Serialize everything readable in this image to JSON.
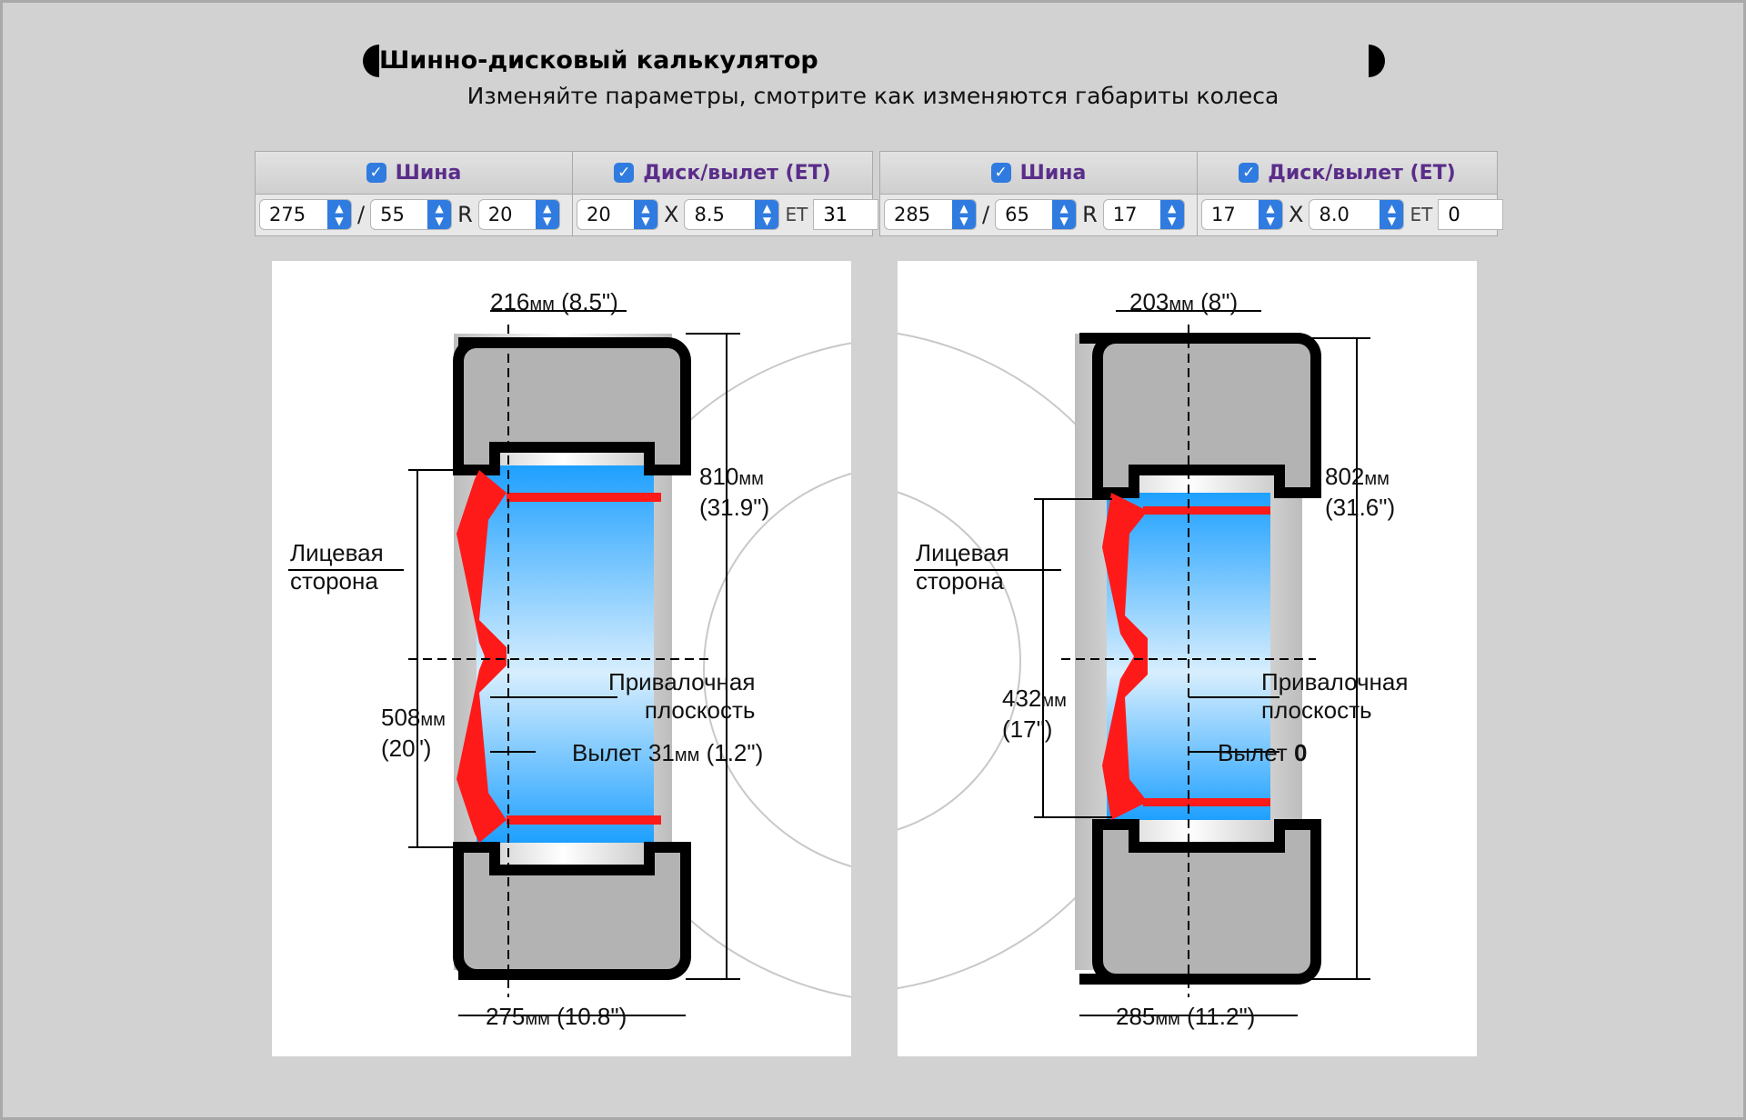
{
  "header": {
    "title": "Шинно-дисковый калькулятор",
    "subtitle": "Изменяйте параметры, смотрите как изменяются габариты колеса"
  },
  "colors": {
    "accent": "#2f7be0",
    "header_label": "#5a2d8a",
    "rim": "#ff1a1a",
    "tire": "#b3b3b3"
  },
  "left": {
    "tire_label": "Шина",
    "rim_label": "Диск/вылет (ET)",
    "width": "275",
    "profile": "55",
    "r_label": "R",
    "diameter": "20",
    "rim_diameter": "20",
    "x_label": "X",
    "rim_width": "8.5",
    "et_label": "ET",
    "et": "31",
    "slash": "/",
    "dim_top_num": "216",
    "dim_top_unit": "мм",
    "dim_top_in": " (8.5\")",
    "dim_height_num": "810",
    "dim_height_unit": "мм",
    "dim_height_in": "(31.9\")",
    "face_label_1": "Лицевая",
    "face_label_2": "сторона",
    "rim_dia_num": "508",
    "rim_dia_unit": "мм",
    "rim_dia_in": "(20\")",
    "mount_label_1": "Привалочная",
    "mount_label_2": "плоскость",
    "offset_label": "Вылет 31",
    "offset_unit": "мм",
    "offset_in": " (1.2\")",
    "dim_bottom_num": "275",
    "dim_bottom_unit": "мм",
    "dim_bottom_in": " (10.8\")"
  },
  "right": {
    "tire_label": "Шина",
    "rim_label": "Диск/вылет (ET)",
    "width": "285",
    "profile": "65",
    "r_label": "R",
    "diameter": "17",
    "rim_diameter": "17",
    "x_label": "X",
    "rim_width": "8.0",
    "et_label": "ET",
    "et": "0",
    "slash": "/",
    "dim_top_num": "203",
    "dim_top_unit": "мм",
    "dim_top_in": " (8\")",
    "dim_height_num": "802",
    "dim_height_unit": "мм",
    "dim_height_in": "(31.6\")",
    "face_label_1": "Лицевая",
    "face_label_2": "сторона",
    "rim_dia_num": "432",
    "rim_dia_unit": "мм",
    "rim_dia_in": "(17\")",
    "mount_label_1": "Привалочная",
    "mount_label_2": "плоскость",
    "offset_label": "Вылет ",
    "offset_value": "0",
    "dim_bottom_num": "285",
    "dim_bottom_unit": "мм",
    "dim_bottom_in": " (11.2\")"
  }
}
